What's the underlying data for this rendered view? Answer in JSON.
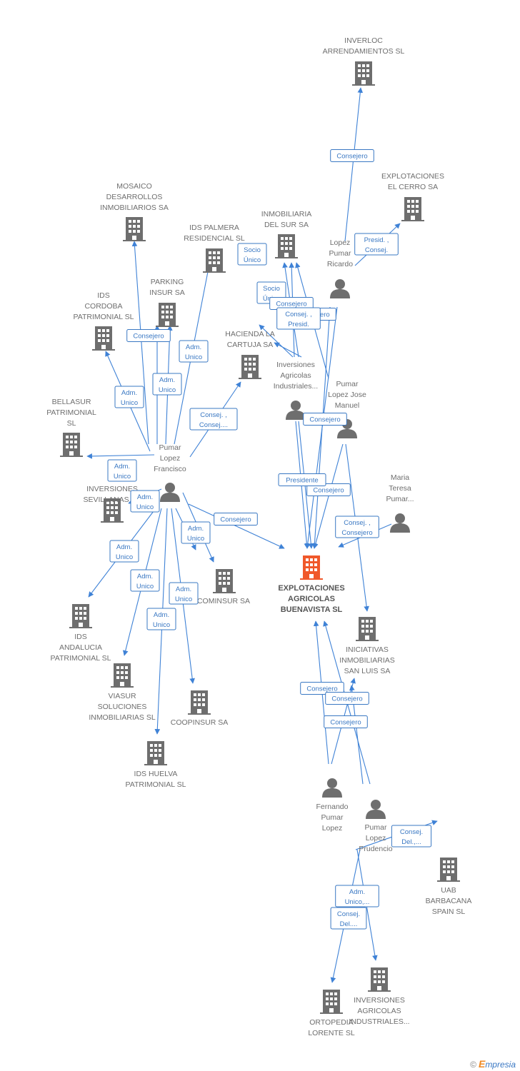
{
  "diagram": {
    "footer": {
      "copyright": "©",
      "brand_initial": "E",
      "brand_rest": "mpresia"
    },
    "nodes": [
      {
        "id": "inverloc",
        "type": "company",
        "lines": [
          "INVERLOC",
          "ARRENDAMIENTOS SL"
        ]
      },
      {
        "id": "cerro",
        "type": "company",
        "lines": [
          "EXPLOTACIONES",
          "EL CERRO SA"
        ]
      },
      {
        "id": "mosaico",
        "type": "company",
        "lines": [
          "MOSAICO",
          "DESARROLLOS",
          "INMOBILIARIOS SA"
        ]
      },
      {
        "id": "palmera",
        "type": "company",
        "lines": [
          "IDS PALMERA",
          "RESIDENCIAL  SL"
        ]
      },
      {
        "id": "inmsur",
        "type": "company",
        "lines": [
          "INMOBILIARIA",
          "DEL SUR SA"
        ]
      },
      {
        "id": "parking",
        "type": "company",
        "lines": [
          "PARKING",
          "INSUR SA"
        ]
      },
      {
        "id": "cordoba",
        "type": "company",
        "lines": [
          "IDS",
          "CORDOBA",
          "PATRIMONIAL SL"
        ]
      },
      {
        "id": "hacienda",
        "type": "company",
        "lines": [
          "HACIENDA LA",
          "CARTUJA SA"
        ]
      },
      {
        "id": "bellasur",
        "type": "company",
        "lines": [
          "BELLASUR",
          "PATRIMONIAL",
          "SL"
        ]
      },
      {
        "id": "inversev",
        "type": "company",
        "lines": [
          "INVERSIONES",
          "SEVILLANAS SA"
        ]
      },
      {
        "id": "cominsur",
        "type": "company",
        "lines": [
          "COMINSUR SA"
        ]
      },
      {
        "id": "andalucia",
        "type": "company",
        "lines": [
          "IDS",
          "ANDALUCIA",
          "PATRIMONIAL SL"
        ]
      },
      {
        "id": "viasur",
        "type": "company",
        "lines": [
          "VIASUR",
          "SOLUCIONES",
          "INMOBILIARIAS SL"
        ]
      },
      {
        "id": "coopinsur",
        "type": "company",
        "lines": [
          "COOPINSUR SA"
        ]
      },
      {
        "id": "huelva",
        "type": "company",
        "lines": [
          "IDS HUELVA",
          "PATRIMONIAL SL"
        ]
      },
      {
        "id": "main",
        "type": "main",
        "lines": [
          "EXPLOTACIONES",
          "AGRICOLAS",
          "BUENAVISTA SL"
        ]
      },
      {
        "id": "sanluis",
        "type": "company",
        "lines": [
          "INICIATIVAS",
          "INMOBILIARIAS",
          "SAN LUIS SA"
        ]
      },
      {
        "id": "barbacana",
        "type": "company",
        "lines": [
          "UAB",
          "BARBACANA",
          "SPAIN SL"
        ]
      },
      {
        "id": "ortopedia",
        "type": "company",
        "lines": [
          "ORTOPEDIA",
          "LORENTE SL"
        ]
      },
      {
        "id": "invagr2",
        "type": "company",
        "lines": [
          "INVERSIONES",
          "AGRICOLAS",
          "INDUSTRIALES..."
        ]
      },
      {
        "id": "ricardo",
        "type": "person",
        "lines": [
          "Lopez",
          "Pumar",
          "Ricardo"
        ]
      },
      {
        "id": "invagr",
        "type": "person",
        "lines": [
          "Inversiones",
          "Agricolas",
          "Industriales..."
        ]
      },
      {
        "id": "josemanuel",
        "type": "person",
        "lines": [
          "Pumar",
          "Lopez Jose",
          "Manuel"
        ]
      },
      {
        "id": "francisco",
        "type": "person",
        "lines": [
          "Pumar",
          "Lopez",
          "Francisco"
        ]
      },
      {
        "id": "mariateresa",
        "type": "person",
        "lines": [
          "Maria",
          "Teresa",
          "Pumar..."
        ]
      },
      {
        "id": "fernando",
        "type": "person",
        "lines": [
          "Fernando",
          "Pumar",
          "Lopez"
        ]
      },
      {
        "id": "prudencio",
        "type": "person",
        "lines": [
          "Pumar",
          "Lopez",
          "Prudencio"
        ]
      }
    ],
    "edge_labels": [
      {
        "lines": [
          "Consejero"
        ]
      },
      {
        "lines": [
          "Presid. ,",
          "Consej."
        ]
      },
      {
        "lines": [
          "Socio",
          "Único"
        ]
      },
      {
        "lines": [
          "Socio",
          "Único"
        ]
      },
      {
        "lines": [
          "Consejero"
        ]
      },
      {
        "lines": [
          "Consejero"
        ]
      },
      {
        "lines": [
          "Consej. ,",
          "Presid."
        ]
      },
      {
        "lines": [
          "Consejero"
        ]
      },
      {
        "lines": [
          "Consejero"
        ]
      },
      {
        "lines": [
          "Adm.",
          "Unico"
        ]
      },
      {
        "lines": [
          "Adm.",
          "Unico"
        ]
      },
      {
        "lines": [
          "Consej. ,",
          "Consej...."
        ]
      },
      {
        "lines": [
          "Adm.",
          "Unico"
        ]
      },
      {
        "lines": [
          "Adm.",
          "Unico"
        ]
      },
      {
        "lines": [
          "Adm.",
          "Unico"
        ]
      },
      {
        "lines": [
          "Consejero"
        ]
      },
      {
        "lines": [
          "Adm.",
          "Unico"
        ]
      },
      {
        "lines": [
          "Adm.",
          "Unico"
        ]
      },
      {
        "lines": [
          "Adm.",
          "Unico"
        ]
      },
      {
        "lines": [
          "Adm.",
          "Unico"
        ]
      },
      {
        "lines": [
          "Consejero"
        ]
      },
      {
        "lines": [
          "Presidente"
        ]
      },
      {
        "lines": [
          "Consejero"
        ]
      },
      {
        "lines": [
          "Consej. ,",
          "Consejero"
        ]
      },
      {
        "lines": [
          "Consejero"
        ]
      },
      {
        "lines": [
          "Consejero"
        ]
      },
      {
        "lines": [
          "Consej.",
          "Del.,..."
        ]
      },
      {
        "lines": [
          "Adm.",
          "Unico,..."
        ]
      },
      {
        "lines": [
          "Consej.",
          "Del...."
        ]
      },
      {
        "lines": [
          "Adm.",
          "Unico"
        ]
      }
    ]
  }
}
